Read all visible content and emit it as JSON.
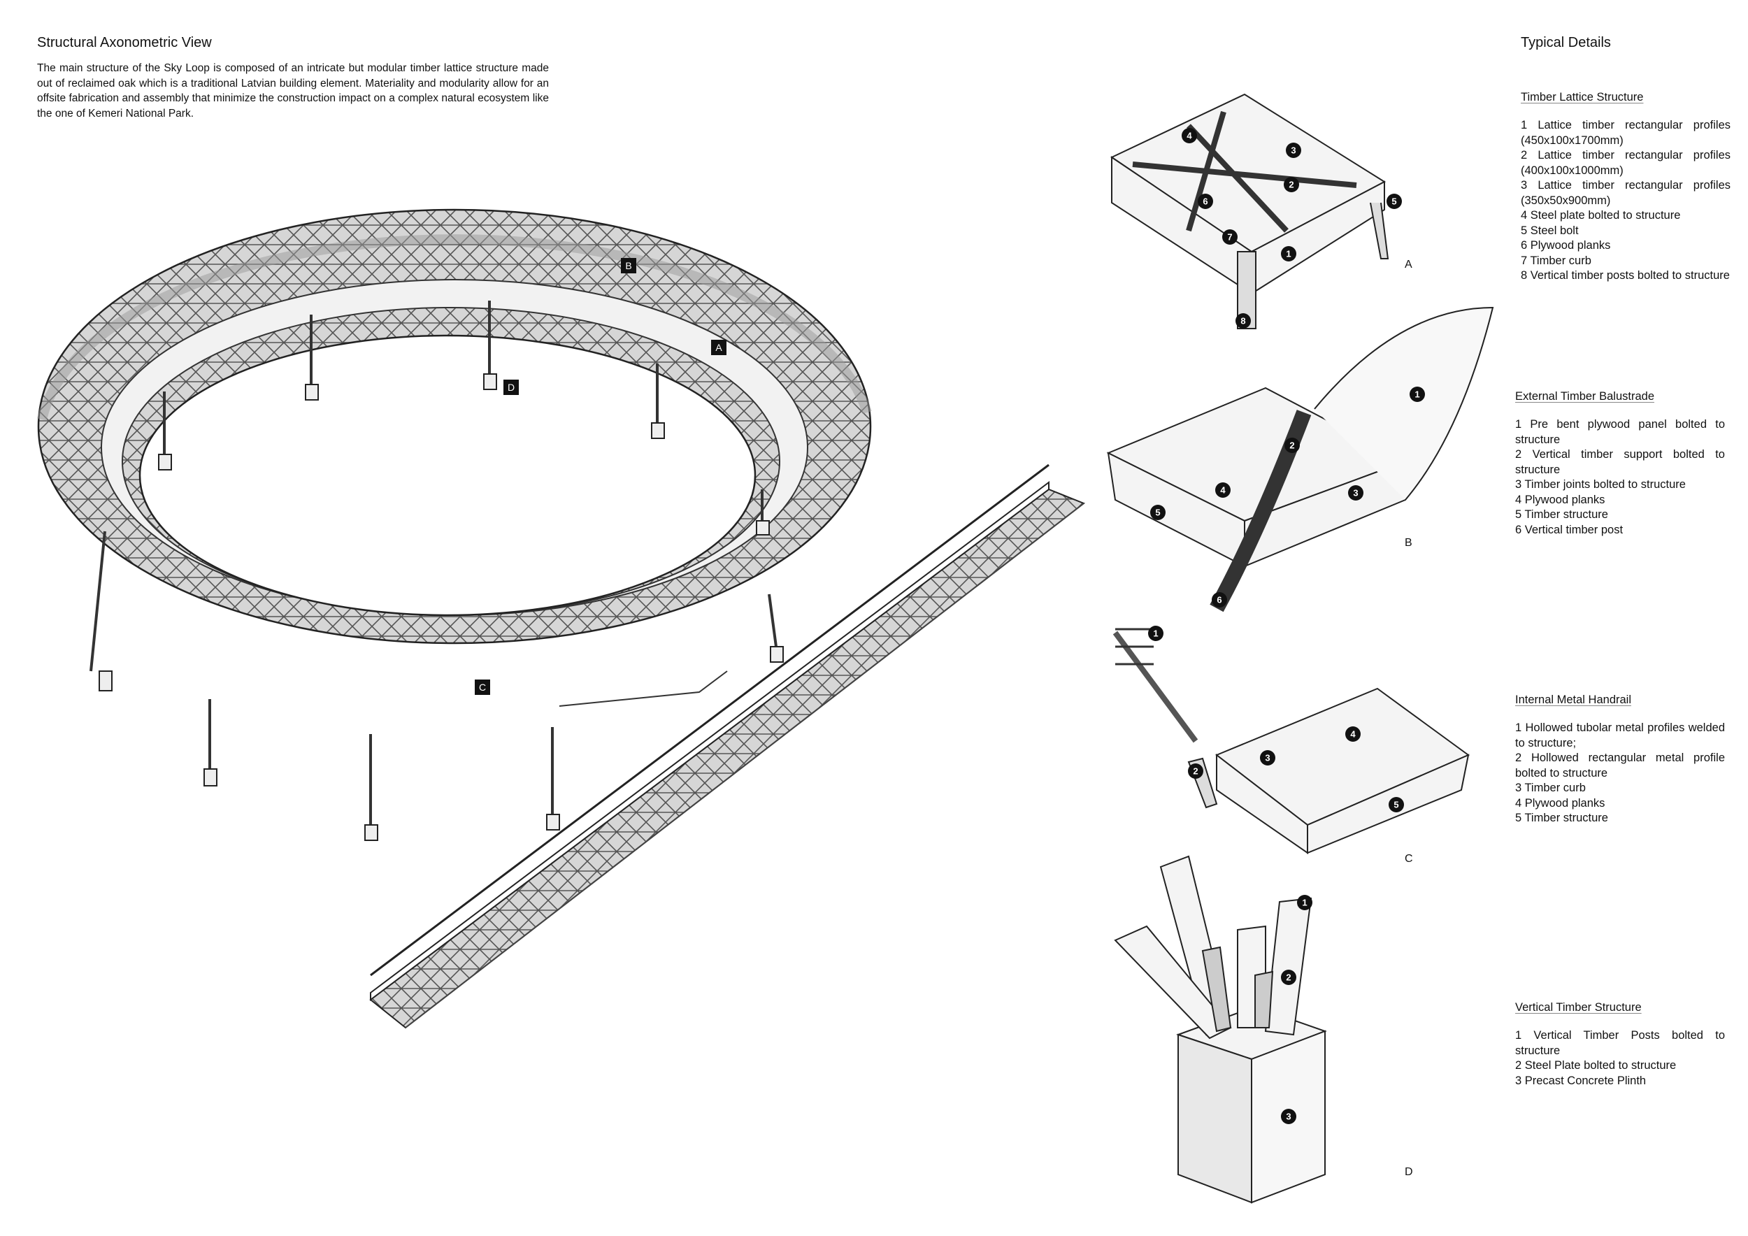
{
  "left": {
    "title": "Structural Axonometric View",
    "paragraph": "The main structure of the Sky Loop is composed of an intricate but modular timber lattice structure made out of reclaimed oak which is a traditional Latvian building element. Materiality and modularity allow for an offsite fabrication and assembly that minimize the construction impact on a complex natural ecosystem like the one of Kemeri National Park.",
    "plan_tags": [
      "B",
      "A",
      "D",
      "C"
    ]
  },
  "right": {
    "title": "Typical Details",
    "sections": [
      {
        "title": "Timber Lattice Structure",
        "letter": "A",
        "items": [
          "1 Lattice timber rectangular profiles (450x100x1700mm)",
          "2 Lattice timber rectangular profiles (400x100x1000mm)",
          "3 Lattice timber rectangular profiles (350x50x900mm)",
          "4 Steel plate bolted to structure",
          "5 Steel bolt",
          "6 Plywood planks",
          "7 Timber curb",
          "8 Vertical timber posts bolted  to structure"
        ],
        "callouts": [
          "4",
          "3",
          "2",
          "6",
          "7",
          "1",
          "5",
          "8"
        ]
      },
      {
        "title": "External Timber Balustrade",
        "letter": "B",
        "items": [
          "1 Pre bent plywood panel bolted to structure",
          "2 Vertical timber support bolted to structure",
          "3 Timber joints bolted to structure",
          "4 Plywood planks",
          "5 Timber structure",
          "6 Vertical timber post"
        ],
        "callouts": [
          "1",
          "2",
          "4",
          "3",
          "5",
          "6"
        ]
      },
      {
        "title": "Internal Metal Handrail",
        "letter": "C",
        "items": [
          "1 Hollowed tubolar metal profiles welded to structure;",
          "2 Hollowed rectangular metal profile bolted to structure",
          "3 Timber curb",
          "4 Plywood planks",
          "5 Timber structure"
        ],
        "callouts": [
          "1",
          "4",
          "3",
          "2",
          "5"
        ]
      },
      {
        "title": "Vertical Timber Structure",
        "letter": "D",
        "items": [
          "1 Vertical Timber Posts bolted  to structure",
          "2 Steel Plate bolted to structure",
          "3 Precast Concrete Plinth"
        ],
        "callouts": [
          "1",
          "2",
          "3"
        ]
      }
    ]
  }
}
